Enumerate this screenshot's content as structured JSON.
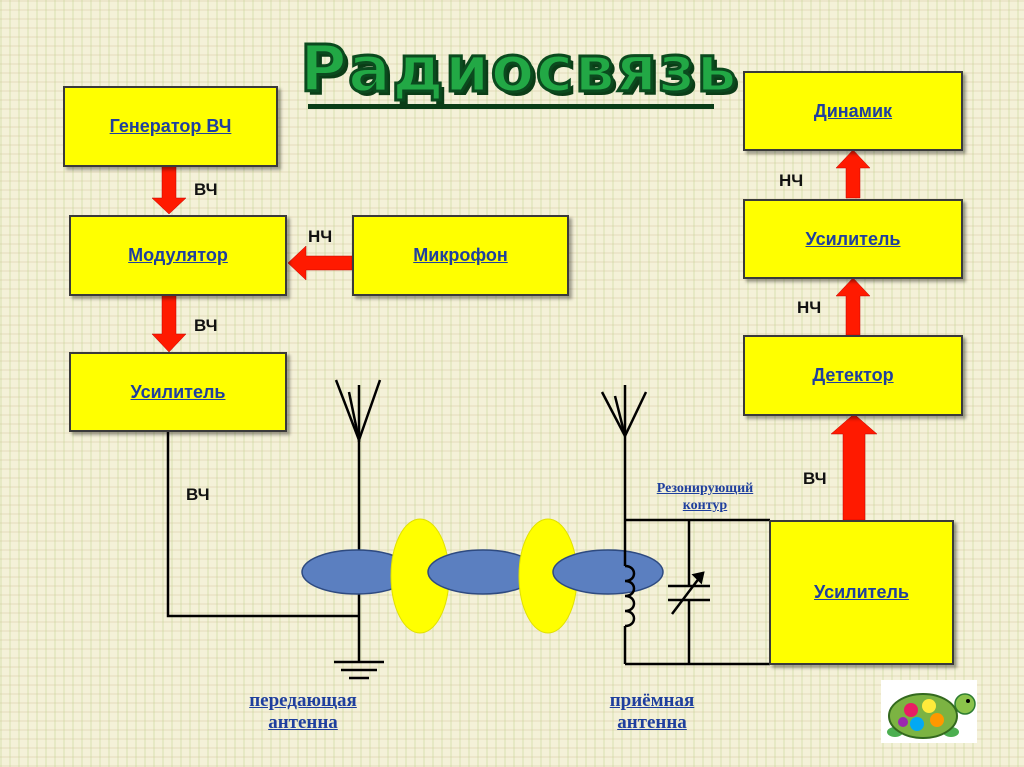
{
  "title": "Радиосвязь",
  "blocks": {
    "generator": "Генератор ВЧ",
    "modulator": "Модулятор",
    "microphone": "Микрофон",
    "tx_amplifier": "Усилитель",
    "speaker": "Динамик",
    "rx_lf_amplifier": "Усилитель",
    "detector": "Детектор",
    "rx_amplifier": "Усилитель"
  },
  "signals": {
    "gen_to_mod": "ВЧ",
    "mic_to_mod": "НЧ",
    "mod_to_amp": "ВЧ",
    "amp_to_antenna": "ВЧ",
    "amp_to_speaker": "НЧ",
    "det_to_amp": "НЧ",
    "rx_to_det": "ВЧ"
  },
  "captions": {
    "resonant_circuit": [
      "Резонирующий",
      "контур"
    ],
    "tx_antenna": [
      "передающая",
      "антенна"
    ],
    "rx_antenna": [
      "приёмная",
      "антенна"
    ]
  },
  "colors": {
    "block_fill": "#ffff00",
    "arrow": "#ff0000",
    "wave_blue": "#5b7fc0",
    "wave_yellow": "#ffff00",
    "title_green": "#22a845"
  },
  "icons": {
    "logo": "turtle-icon",
    "tx_antenna": "antenna-icon",
    "rx_antenna": "antenna-icon",
    "ground": "ground-icon",
    "coil": "inductor-icon",
    "capacitor": "variable-capacitor-icon"
  }
}
